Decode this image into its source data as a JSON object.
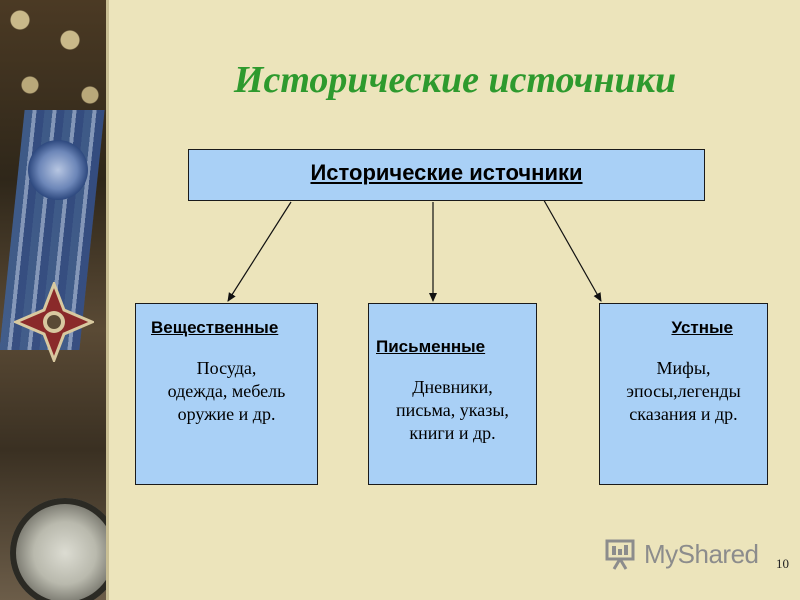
{
  "slide": {
    "title": "Исторические источники",
    "page_number": "10"
  },
  "diagram": {
    "root": {
      "label": "Исторические источники"
    },
    "categories": [
      {
        "heading": "Вещественные",
        "lines": [
          "Посуда,",
          "одежда, мебель",
          "оружие и др."
        ]
      },
      {
        "heading": "Письменные",
        "lines": [
          "Дневники,",
          "письма, указы,",
          "книги и др."
        ]
      },
      {
        "heading": "Устные",
        "lines": [
          "Мифы,",
          "эпосы,легенды",
          "сказания и др."
        ]
      }
    ]
  },
  "watermark": {
    "text": "MyShared"
  },
  "colors": {
    "background": "#ece4bb",
    "title": "#2e9a2e",
    "box_fill": "#a9d0f6",
    "box_border": "#1a1a1a"
  }
}
